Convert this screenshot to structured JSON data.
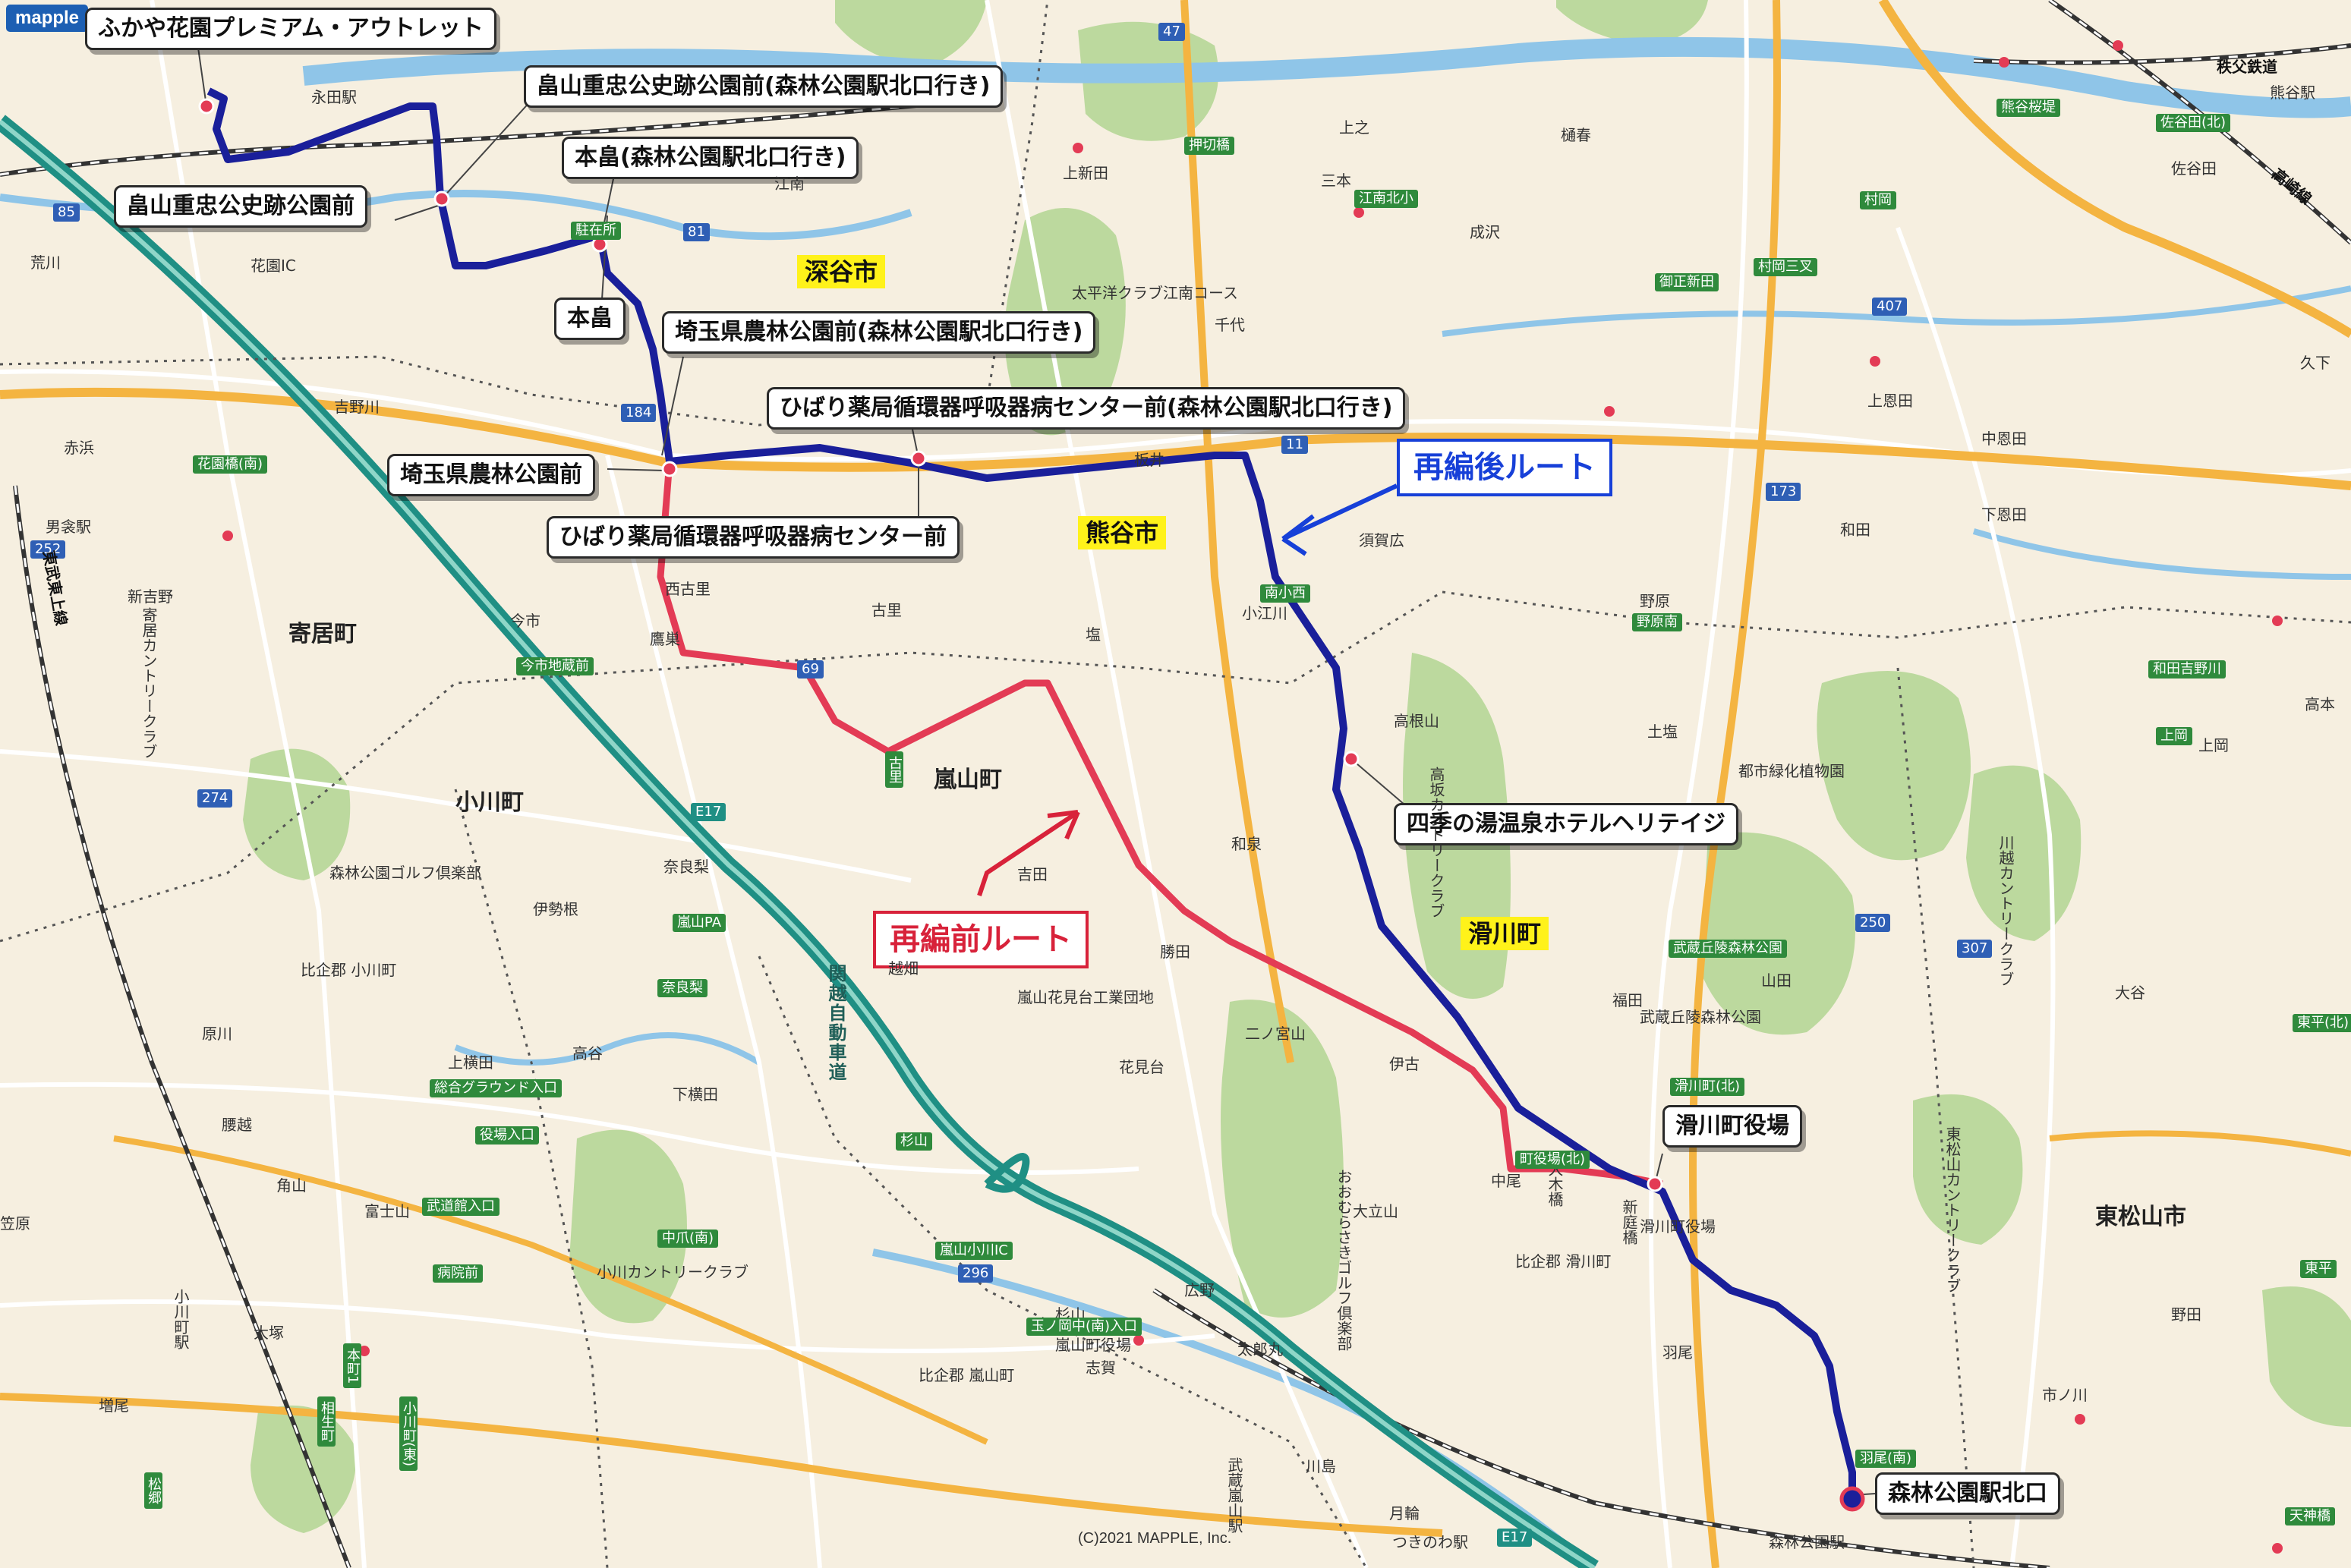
{
  "brand": "mapple",
  "copyright": "(C)2021 MAPPLE, Inc.",
  "colors": {
    "route_after": "#1a1f9a",
    "route_before": "#e33b55",
    "expressway": "#1f8f84",
    "city_highlight": "#fff21a",
    "forest": "#b9d89a"
  },
  "route_labels": {
    "after": "再編後ルート",
    "before": "再編前ルート"
  },
  "stops": [
    "ふかや花園プレミアム・アウトレット",
    "畠山重忠公史跡公園前(森林公園駅北口行き)",
    "畠山重忠公史跡公園前",
    "本畠(森林公園駅北口行き)",
    "本畠",
    "埼玉県農林公園前(森林公園駅北口行き)",
    "ひばり薬局循環器呼吸器病センター前(森林公園駅北口行き)",
    "埼玉県農林公園前",
    "ひばり薬局循環器呼吸器病センター前",
    "四季の湯温泉ホテルヘリテイジ",
    "滑川町役場",
    "森林公園駅北口"
  ],
  "cities": [
    "深谷市",
    "熊谷市",
    "滑川町"
  ],
  "towns": [
    "寄居町",
    "小川町",
    "嵐山町",
    "東松山市"
  ],
  "places": [
    "永田駅",
    "花園IC",
    "荒川",
    "吉野川",
    "赤浜",
    "男衾駅",
    "今市",
    "古里",
    "西古里",
    "鷹巣",
    "塩",
    "板井",
    "須賀広",
    "小江川",
    "和泉",
    "吉田",
    "勝田",
    "越畑",
    "嵐山花見台工業団地",
    "花見台",
    "杉山",
    "広野",
    "志賀",
    "太郎丸",
    "川島",
    "月輪",
    "つきのわ駅",
    "羽尾",
    "大木橋",
    "新庭橋",
    "中尾",
    "伊古",
    "上横田",
    "下横田",
    "高谷",
    "奈良梨",
    "伊勢根",
    "原川",
    "角山",
    "腰越",
    "増尾",
    "大塚",
    "笠原",
    "小川町駅",
    "比企郡 小川町",
    "比企郡 滑川町",
    "比企郡 嵐山町",
    "嵐山町役場",
    "滑川町役場",
    "武蔵嵐山駅",
    "森林公園駅",
    "二ノ宮山",
    "大立山",
    "高根山",
    "富士山",
    "都市緑化植物園",
    "武蔵丘陵森林公園",
    "上岡",
    "土塩",
    "福田",
    "山田",
    "大谷",
    "野田",
    "市ノ川",
    "高本",
    "和田",
    "上恩田",
    "中恩田",
    "下恩田",
    "野原",
    "三本",
    "成沢",
    "千代",
    "上新田",
    "樋春",
    "上之",
    "熊谷駅",
    "秩父鉄道",
    "高崎線",
    "新吉野",
    "江南",
    "久下",
    "佐谷田"
  ],
  "road_signs": [
    "押切橋",
    "江南北小",
    "御正新田",
    "村岡三叉",
    "村岡",
    "熊谷桜堤",
    "佐谷田(北)",
    "花園橋(南)",
    "今市地蔵前",
    "野原南",
    "南小西",
    "奈良梨",
    "中爪(南)",
    "病院前",
    "総合グラウンド入口",
    "役場入口",
    "武道館入口",
    "玉ノ岡中(南)入口",
    "滑川町(北)",
    "町役場(北)",
    "羽尾(南)",
    "天神橋",
    "東平(北)",
    "上岡",
    "武蔵丘陵森林公園",
    "嵐山PA",
    "嵐山小川IC",
    "古里",
    "駐在所",
    "杉山",
    "東平",
    "本町1",
    "相生町",
    "松郷",
    "小川町(東)",
    "和田吉野川"
  ],
  "expressway": {
    "code": "E17",
    "name": "関越自動車道"
  },
  "golf": [
    "太平洋クラブ江南コース",
    "寄居カントリークラブ",
    "森林公園ゴルフ倶楽部",
    "小川カントリークラブ",
    "おおむらさきゴルフ倶楽部",
    "東松山カントリークラブ",
    "川越カントリークラブ",
    "高坂カントリークラブ"
  ],
  "route_numbers": [
    "47",
    "81",
    "11",
    "69",
    "184",
    "173",
    "407",
    "296",
    "250",
    "307",
    "252",
    "274",
    "85"
  ],
  "rails": [
    "東武東上線",
    "秩父鉄道"
  ]
}
